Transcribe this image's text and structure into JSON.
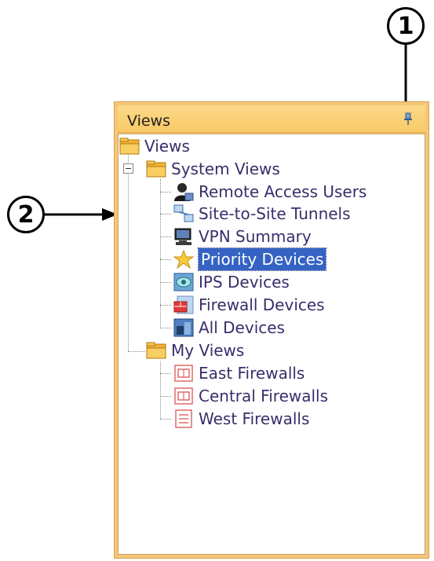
{
  "callouts": {
    "one": "1",
    "two": "2"
  },
  "panel": {
    "title": "Views"
  },
  "tree": {
    "root": "Views",
    "system_views": {
      "label": "System Views",
      "items": [
        "Remote Access Users",
        "Site-to-Site Tunnels",
        "VPN Summary",
        "Priority Devices",
        "IPS Devices",
        "Firewall Devices",
        "All Devices"
      ],
      "selected_index": 3
    },
    "my_views": {
      "label": "My Views",
      "items": [
        "East Firewalls",
        "Central Firewalls",
        "West Firewalls"
      ]
    }
  },
  "colors": {
    "panel_frame": "#f5c67a",
    "selection": "#3563c4",
    "text": "#3a2d6b"
  }
}
